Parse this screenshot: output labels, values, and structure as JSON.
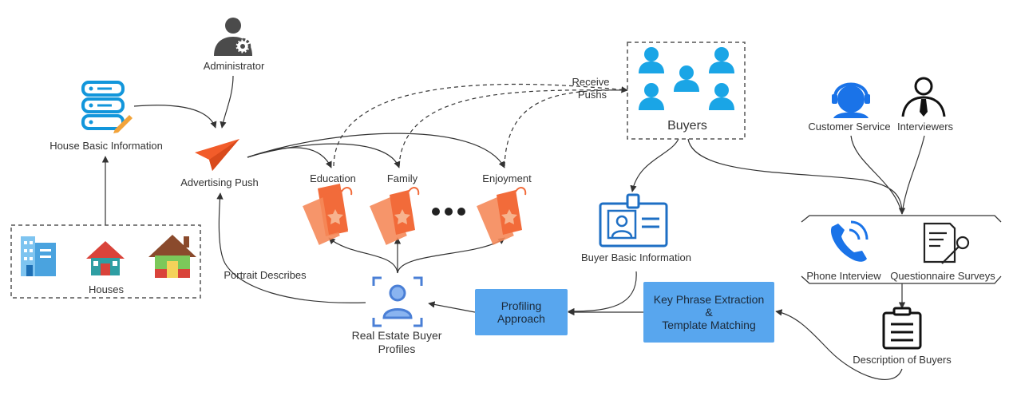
{
  "nodes": {
    "administrator": "Administrator",
    "house_basic_info": "House Basic Information",
    "advertising_push": "Advertising Push",
    "houses": "Houses",
    "education": "Education",
    "family": "Family",
    "enjoyment": "Enjoyment",
    "receive_pushs_line1": "Receive",
    "receive_pushs_line2": "Pushs",
    "buyers": "Buyers",
    "customer_service": "Customer Service",
    "interviewers": "Interviewers",
    "phone_interview": "Phone Interview",
    "questionnaire_surveys": "Questionnaire Surveys",
    "description_of_buyers": "Description of Buyers",
    "buyer_basic_info": "Buyer Basic Information",
    "key_phrase_line1": "Key Phrase Extraction",
    "key_phrase_line2": "&",
    "key_phrase_line3": "Template Matching",
    "profiling_line1": "Profiling",
    "profiling_line2": "Approach",
    "profiles_line1": "Real Estate Buyer",
    "profiles_line2": "Profiles",
    "portrait_describes": "Portrait Describes"
  },
  "colors": {
    "accent_blue": "#58a6ee",
    "icon_blue": "#1296db",
    "tag_orange": "#f26b3a",
    "plane_orange": "#f25c2a",
    "gray": "#555555"
  }
}
